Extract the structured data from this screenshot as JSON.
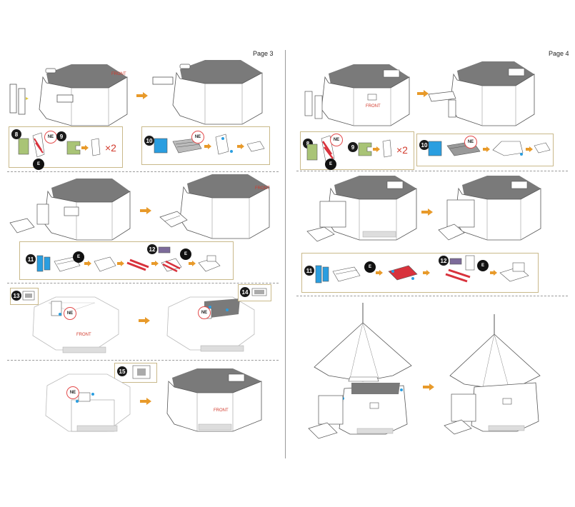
{
  "pages": {
    "left_label": "Page 3",
    "right_label": "Page 4"
  },
  "labels": {
    "front": "FRONT",
    "ne": "NE",
    "e": "E",
    "times_two": "×2"
  },
  "steps": {
    "s8": "8",
    "s9": "9",
    "s10": "10",
    "s11": "11",
    "s12": "12",
    "s13": "13",
    "s14": "14",
    "s15": "15"
  },
  "colors": {
    "step_arrow": "#e89a2a",
    "front_text": "#d23a2c",
    "part_green": "#a9c476",
    "part_blue": "#2a9ee0",
    "part_red": "#d8323c",
    "part_purple": "#7d6b9a",
    "box_border": "#c9b98a",
    "roof_grey": "#7a7a7a"
  }
}
